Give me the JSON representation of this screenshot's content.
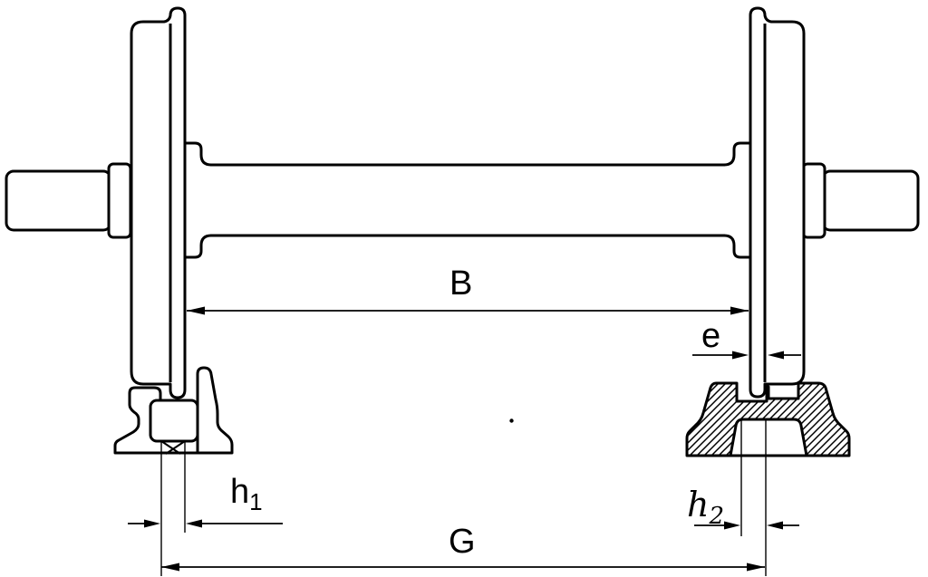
{
  "dims": {
    "B": {
      "label": "B"
    },
    "G": {
      "label": "G"
    },
    "e": {
      "label": "e"
    },
    "h1": {
      "base": "h",
      "sub": "1"
    },
    "h2": {
      "base": "h",
      "sub": "2"
    }
  },
  "colors": {
    "line": "#000000",
    "background": "#ffffff"
  }
}
